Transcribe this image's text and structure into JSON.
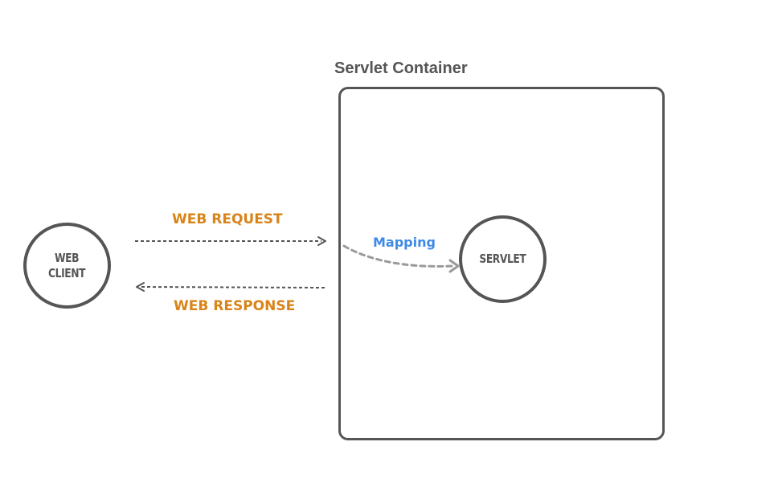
{
  "diagram": {
    "container": {
      "title": "Servlet Container"
    },
    "nodes": {
      "web_client": "WEB\nCLIENT",
      "servlet": "SERVLET"
    },
    "edges": {
      "request": "WEB REQUEST",
      "response": "WEB RESPONSE",
      "mapping": "Mapping"
    },
    "colors": {
      "outline": "#555555",
      "request_response_label": "#d88418",
      "mapping_label": "#3e8ae6",
      "mapping_arrow": "#9a9a9a"
    }
  }
}
